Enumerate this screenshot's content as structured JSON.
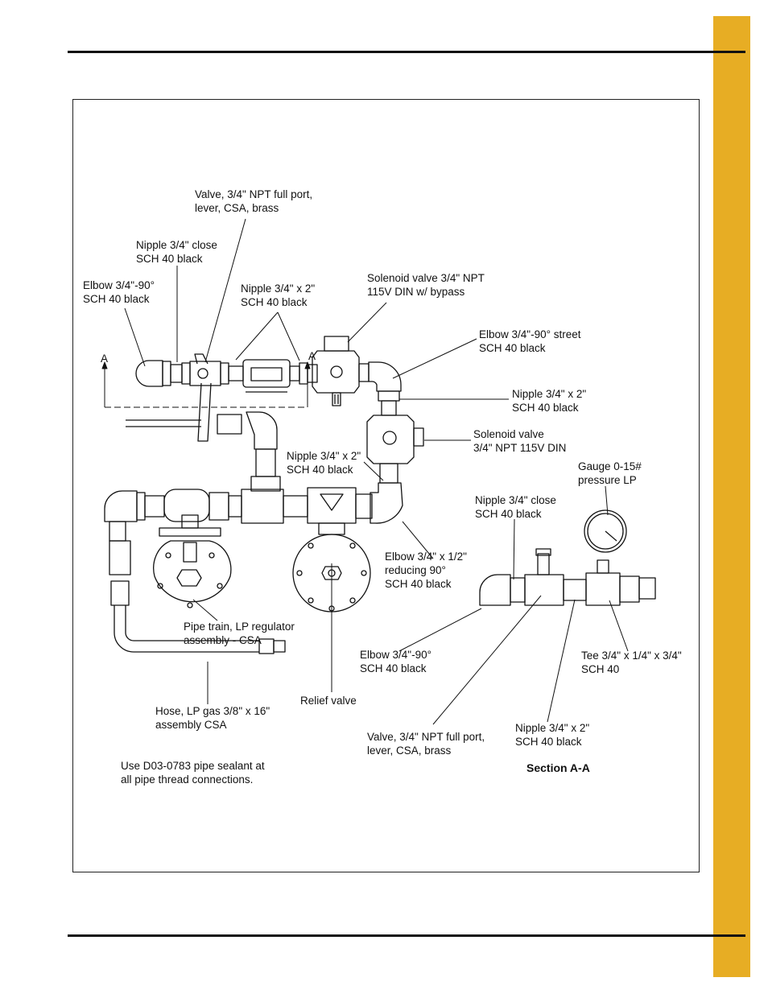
{
  "page": {
    "accent_color": "#E7AD24"
  },
  "labels": {
    "valve_top": [
      "Valve, 3/4\" NPT full port,",
      "lever, CSA, brass"
    ],
    "nipple_close_top": [
      "Nipple 3/4\" close",
      "SCH 40 black"
    ],
    "elbow_top": [
      "Elbow 3/4\"-90°",
      "SCH 40 black"
    ],
    "nipple_2_top": [
      "Nipple 3/4\" x 2\"",
      "SCH 40 black"
    ],
    "solenoid_bypass": [
      "Solenoid valve 3/4\" NPT",
      "115V DIN w/ bypass"
    ],
    "elbow_street": [
      "Elbow 3/4\"-90° street",
      "SCH 40 black"
    ],
    "nipple_2_right": [
      "Nipple 3/4\" x 2\"",
      "SCH 40 black"
    ],
    "solenoid_din": [
      "Solenoid valve",
      "3/4\" NPT 115V DIN"
    ],
    "nipple_2_mid": [
      "Nipple 3/4\" x 2\"",
      "SCH 40 black"
    ],
    "gauge": [
      "Gauge 0-15#",
      "pressure LP"
    ],
    "nipple_close_sec": [
      "Nipple 3/4\" close",
      "SCH 40 black"
    ],
    "elbow_reducing": [
      "Elbow 3/4\" x 1/2\"",
      "reducing 90°",
      "SCH 40 black"
    ],
    "pipe_train": [
      "Pipe train, LP regulator",
      "assembly - CSA"
    ],
    "elbow_sec": [
      "Elbow 3/4\"-90°",
      "SCH 40 black"
    ],
    "tee": [
      "Tee 3/4\" x 1/4\" x 3/4\"",
      "SCH 40"
    ],
    "relief": [
      "Relief valve"
    ],
    "hose": [
      "Hose, LP gas 3/8\" x 16\"",
      "assembly CSA"
    ],
    "valve_sec": [
      "Valve, 3/4\" NPT full port,",
      "lever, CSA, brass"
    ],
    "nipple_2_sec": [
      "Nipple 3/4\" x 2\"",
      "SCH 40 black"
    ],
    "sealant": [
      "Use D03-0783 pipe sealant at",
      "all pipe thread connections."
    ],
    "section_title": "Section A-A",
    "section_mark_left": "A",
    "section_mark_right": "A"
  }
}
